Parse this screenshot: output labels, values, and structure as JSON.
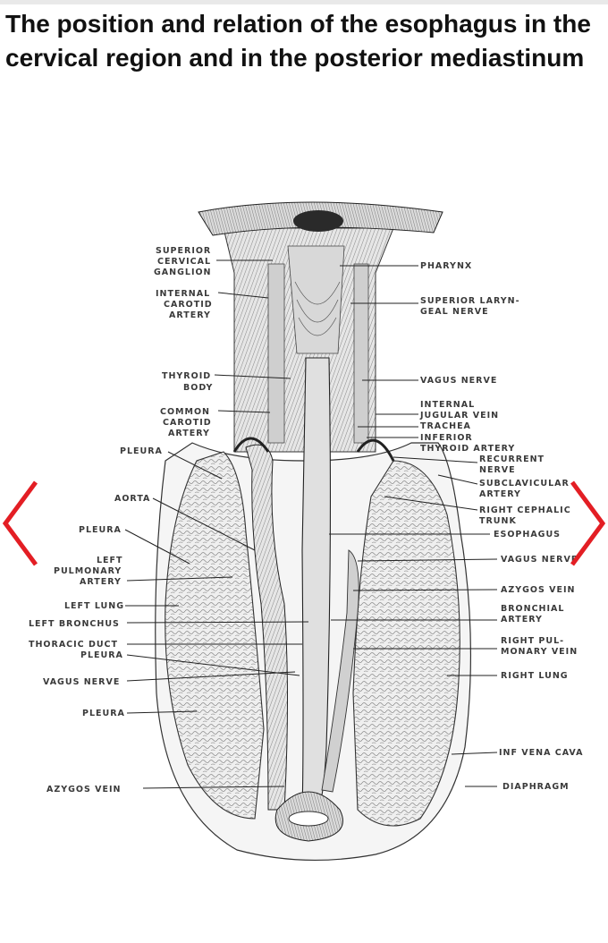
{
  "title": "The position and relation of the esophagus in the cervical region and in the posterior mediastinum",
  "labels": {
    "superior_cervical_ganglion": [
      "SUPERIOR",
      "CERVICAL",
      "GANGLION"
    ],
    "internal_carotid_artery": [
      "INTERNAL",
      "CAROTID",
      "ARTERY"
    ],
    "thyroid_body": [
      "THYROID",
      "BODY"
    ],
    "common_carotid_artery": [
      "COMMON",
      "CAROTID",
      "ARTERY"
    ],
    "pleura_upper": "PLEURA",
    "aorta": "AORTA",
    "pleura_mid": "PLEURA",
    "left_pulmonary_artery": [
      "LEFT",
      "PULMONARY",
      "ARTERY"
    ],
    "left_lung": "LEFT LUNG",
    "left_bronchus": "LEFT BRONCHUS",
    "thoracic_duct": "THORACIC DUCT",
    "pleura_lower": "PLEURA",
    "vagus_nerve_left": "VAGUS NERVE",
    "pleura_bottom": "PLEURA",
    "azygos_vein_left": "AZYGOS VEIN",
    "pharynx": "PHARYNX",
    "superior_laryngeal_nerve": [
      "SUPERIOR LARYN-",
      "GEAL NERVE"
    ],
    "vagus_nerve_upper": "VAGUS NERVE",
    "internal_jugular_vein": [
      "INTERNAL",
      "JUGULAR VEIN"
    ],
    "trachea": "TRACHEA",
    "inferior_thyroid_artery": [
      "INFERIOR",
      "THYROID ARTERY"
    ],
    "recurrent_nerve": [
      "RECURRENT",
      "NERVE"
    ],
    "subclavicular_artery": [
      "SUBCLAVICULAR",
      "ARTERY"
    ],
    "right_cephalic_trunk": [
      "RIGHT CEPHALIC",
      "TRUNK"
    ],
    "esophagus": "ESOPHAGUS",
    "vagus_nerve_right": "VAGUS NERVE",
    "azygos_vein_right": "AZYGOS VEIN",
    "bronchial_artery": [
      "BRONCHIAL",
      "ARTERY"
    ],
    "right_pulmonary_vein": [
      "RIGHT PUL-",
      "MONARY VEIN"
    ],
    "right_lung": "RIGHT LUNG",
    "inf_vena_cava": "INF VENA CAVA",
    "diaphragm": "DIAPHRAGM"
  },
  "nav": {
    "prev_icon": "chevron-left-icon",
    "next_icon": "chevron-right-icon",
    "color": "#e31e24"
  }
}
